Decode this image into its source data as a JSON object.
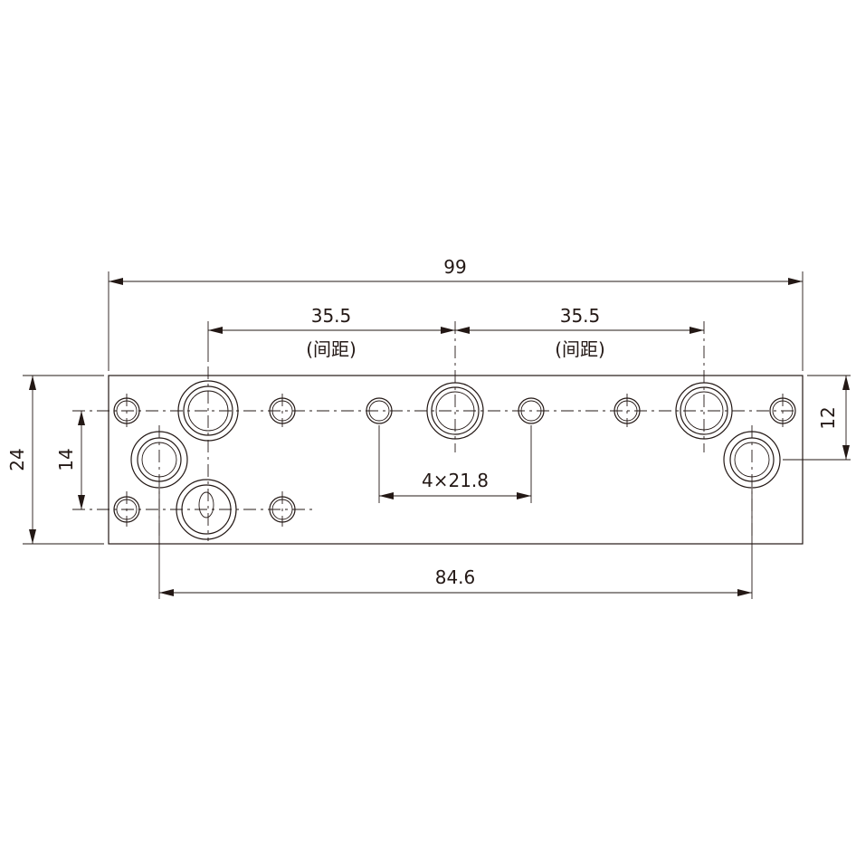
{
  "dimensions": {
    "overall_width": "99",
    "pitch_left": "35.5",
    "pitch_left_note": "(间距)",
    "pitch_right": "35.5",
    "pitch_right_note": "(间距)",
    "small_hole_pitch": "4×21.8",
    "mount_hole_span": "84.6",
    "overall_height": "24",
    "row_spacing": "14",
    "right_offset": "12"
  },
  "colors": {
    "line": "#231815",
    "background": "#ffffff"
  }
}
